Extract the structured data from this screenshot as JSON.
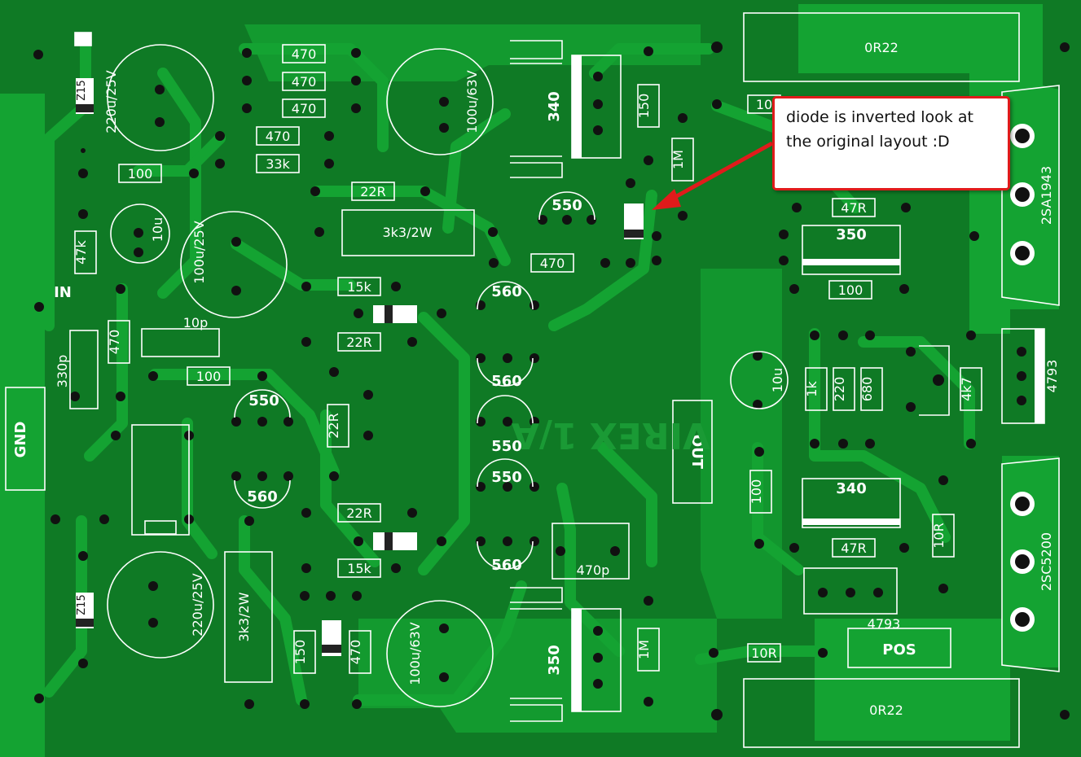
{
  "board": {
    "colors": {
      "background": "#0f7a25",
      "copper": "#14a332",
      "silk": "#ffffff",
      "hole": "#111111",
      "annotation": "#e01b1b"
    },
    "connectors": {
      "gnd": "GND",
      "in": "IN",
      "out": "OUT",
      "pos": "POS"
    },
    "brand": "VIREX 1/A",
    "transistors": {
      "top": "2SA1943",
      "bottom": "2SC5200",
      "driver_top_mid": "4793",
      "driver_bottom": "4793"
    },
    "emitter_resistors": {
      "top": "0R22",
      "bottom": "0R22"
    },
    "capacitors": {
      "c_in_top": "220u/25V",
      "c_in_bottom": "220u/25V",
      "c_top": "100u/63V",
      "c_bottom": "100u/63V",
      "c_mid": "100u/25V",
      "c_small": "10u",
      "c_right": "10u",
      "c_330p": "330p",
      "c_10p": "10p",
      "c_470p": "470p"
    },
    "resistors": {
      "r470_a": "470",
      "r470_b": "470",
      "r470_c": "470",
      "r470_d": "470",
      "r33k": "33k",
      "r100_a": "100",
      "r22r_a": "22R",
      "r3k3_top": "3k3/2W",
      "r47k": "47k",
      "r15k_a": "15k",
      "r22r_b": "22R",
      "r470_e": "470",
      "r100_b": "100",
      "r22r_c": "22R",
      "r22r_d": "22R",
      "r15k_b": "15k",
      "r3k3_bottom": "3k3/2W",
      "r150_b": "150",
      "r470_f": "470",
      "r150_a": "150",
      "r1m_a": "1M",
      "r470_g": "470",
      "r1m_b": "1M",
      "r10r_a": "10",
      "r47r_a": "47R",
      "r100_c": "100",
      "r1k": "1k",
      "r220": "220",
      "r680": "680",
      "r4k7": "4k7",
      "r100_d": "100",
      "r47r_b": "47R",
      "r10r_b": "10R",
      "r10r_c": "10R"
    },
    "devices": {
      "t340_top": "340",
      "t350_top": "350",
      "t340_right": "340",
      "t350_bottom": "350",
      "q550_top": "550",
      "q560_a": "560",
      "q560_b": "560",
      "q550_b": "550",
      "q550_c": "550",
      "q560_c": "560",
      "q550_left": "550",
      "q560_left": "560",
      "z15_top": "Z15",
      "z15_bottom": "Z15"
    }
  },
  "annotation": {
    "text": "diode is inverted look at the original layout :D"
  }
}
